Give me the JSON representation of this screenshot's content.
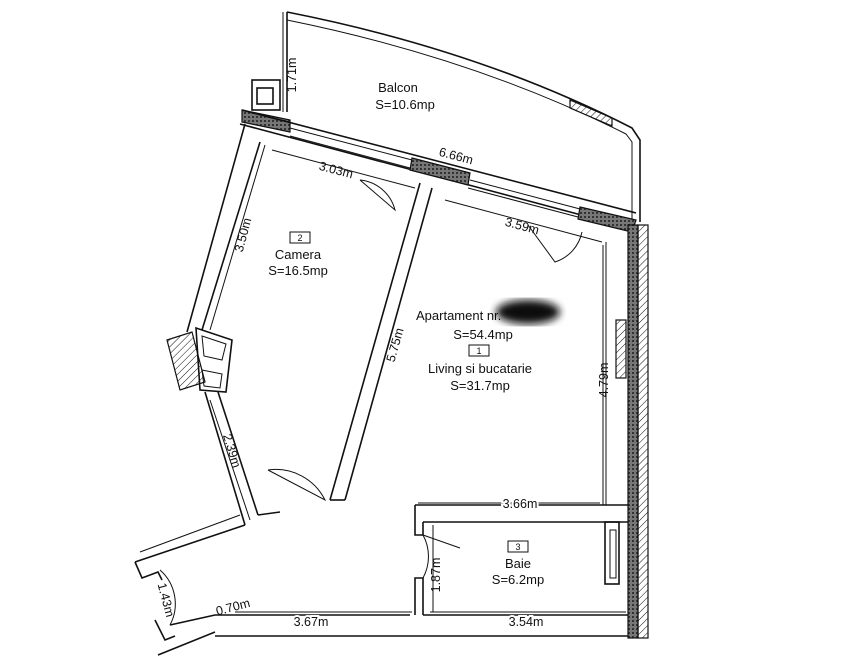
{
  "rooms": {
    "balcony": {
      "name": "Balcon",
      "area": "S=10.6mp"
    },
    "bedroom": {
      "number": "2",
      "name": "Camera",
      "area": "S=16.5mp"
    },
    "apartment": {
      "title": "Apartament nr.",
      "area": "S=54.4mp"
    },
    "living": {
      "number": "1",
      "name": "Living si bucatarie",
      "area": "S=31.7mp"
    },
    "bathroom": {
      "number": "3",
      "name": "Baie",
      "area": "S=6.2mp"
    }
  },
  "dimensions": {
    "balcony_depth": "1.71m",
    "facade_length": "6.66m",
    "bedroom_width": "3.03m",
    "living_window": "3.59m",
    "bedroom_depth": "3.50m",
    "partition_length": "5.75m",
    "right_wall": "4.79m",
    "left_wall_lower": "2.39m",
    "bath_top": "3.66m",
    "bath_depth": "1.87m",
    "entrance_width": "1.43m",
    "entrance_jamb": "0.70m",
    "bottom_left": "3.67m",
    "bottom_right": "3.54m"
  },
  "colors": {
    "line": "#111111",
    "background": "#ffffff"
  }
}
